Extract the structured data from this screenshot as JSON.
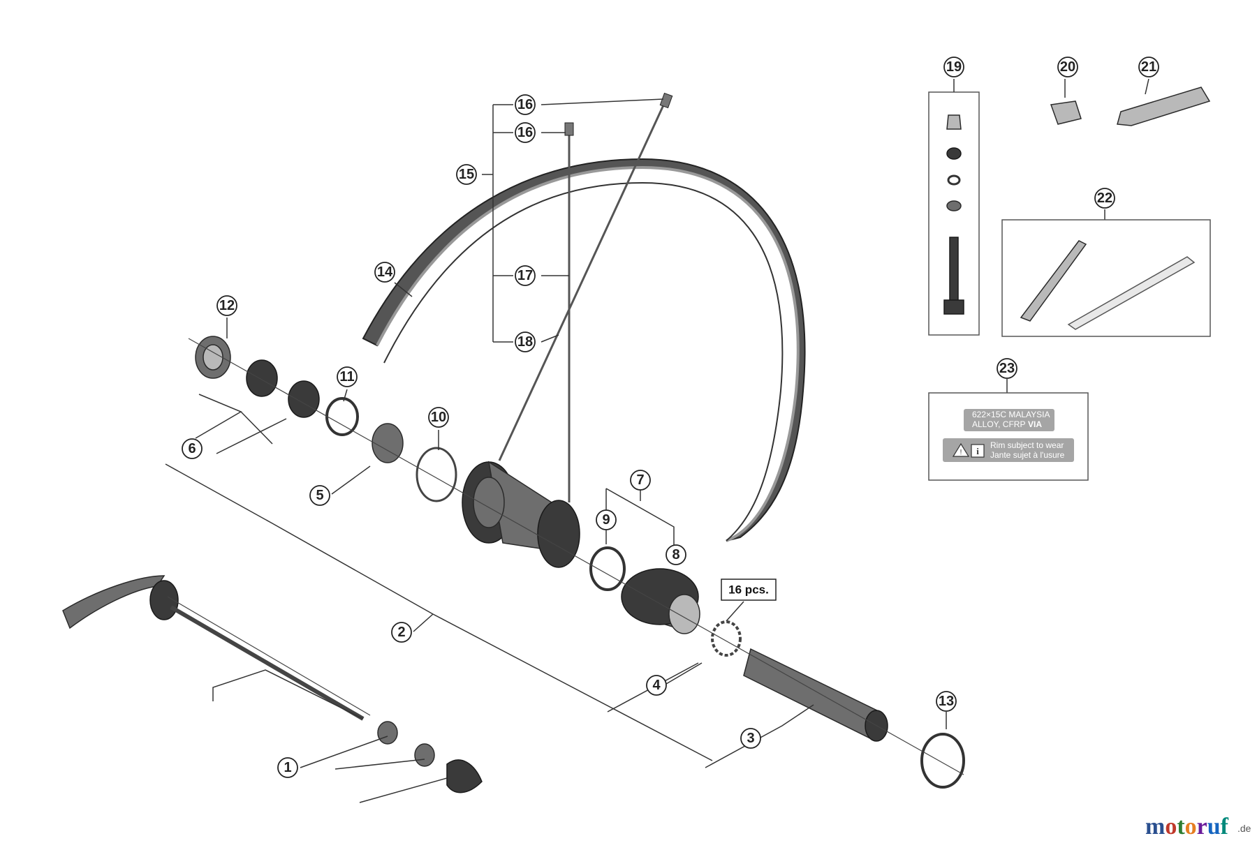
{
  "callouts": [
    {
      "id": "c1",
      "text": "1"
    },
    {
      "id": "c2",
      "text": "2"
    },
    {
      "id": "c3",
      "text": "3"
    },
    {
      "id": "c4",
      "text": "4"
    },
    {
      "id": "c5",
      "text": "5"
    },
    {
      "id": "c6",
      "text": "6"
    },
    {
      "id": "c7",
      "text": "7"
    },
    {
      "id": "c8",
      "text": "8"
    },
    {
      "id": "c9",
      "text": "9"
    },
    {
      "id": "c10",
      "text": "10"
    },
    {
      "id": "c11",
      "text": "11"
    },
    {
      "id": "c12",
      "text": "12"
    },
    {
      "id": "c13",
      "text": "13"
    },
    {
      "id": "c14",
      "text": "14"
    },
    {
      "id": "c15",
      "text": "15"
    },
    {
      "id": "c16a",
      "text": "16"
    },
    {
      "id": "c16b",
      "text": "16"
    },
    {
      "id": "c17",
      "text": "17"
    },
    {
      "id": "c18",
      "text": "18"
    },
    {
      "id": "c19",
      "text": "19"
    },
    {
      "id": "c20",
      "text": "20"
    },
    {
      "id": "c21",
      "text": "21"
    },
    {
      "id": "c22",
      "text": "22"
    },
    {
      "id": "c23",
      "text": "23"
    }
  ],
  "quantity_label": "16 pcs.",
  "rim_sticker": {
    "line1": "622×15C  MALAYSIA",
    "line2": "ALLOY, CFRP",
    "line2_badge": "VIA",
    "warning_line1": "Rim subject to wear",
    "warning_line2": "Jante sujet à l'usure"
  },
  "watermark": {
    "brand_parts": [
      "m",
      "o",
      "t",
      "o",
      "r",
      "u",
      "f"
    ],
    "brand_colors": [
      "#2a4f8f",
      "#c0392b",
      "#2e7d32",
      "#e67e22",
      "#6a1b9a",
      "#1565c0",
      "#00897b"
    ],
    "tld": ".de"
  }
}
